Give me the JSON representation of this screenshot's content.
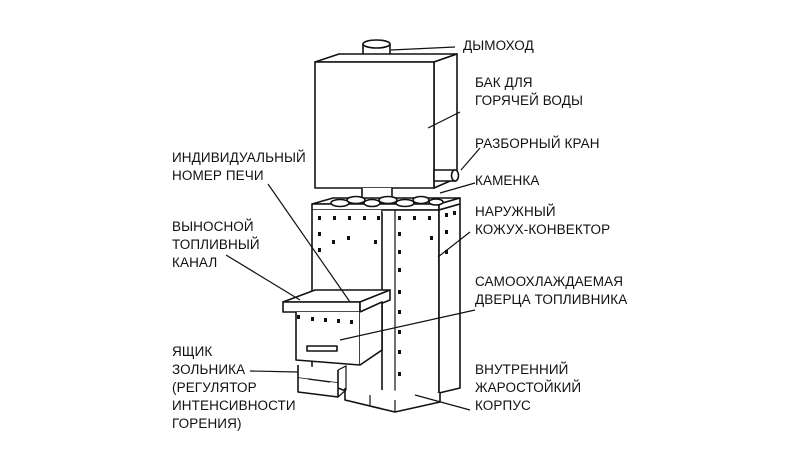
{
  "labels": {
    "chimney": "ДЫМОХОД",
    "tank_1": "БАК ДЛЯ",
    "tank_2": "ГОРЯЧЕЙ ВОДЫ",
    "tap": "РАЗБОРНЫЙ КРАН",
    "stones": "КАМЕНКА",
    "casing_1": "НАРУЖНЫЙ",
    "casing_2": "КОЖУХ-КОНВЕКТОР",
    "door_1": "САМООХЛАЖДАЕМАЯ",
    "door_2": "ДВЕРЦА ТОПЛИВНИКА",
    "body_1": "ВНУТРЕННИЙ",
    "body_2": "ЖАРОСТОЙКИЙ",
    "body_3": "КОРПУС",
    "number_1": "ИНДИВИДУАЛЬНЫЙ",
    "number_2": "НОМЕР  ПЕЧИ",
    "channel_1": "ВЫНОСНОЙ",
    "channel_2": "ТОПЛИВНЫЙ",
    "channel_3": "КАНАЛ",
    "ash_1": "ЯЩИК",
    "ash_2": "ЗОЛЬНИКА",
    "ash_3": "(РЕГУЛЯТОР",
    "ash_4": "ИНТЕНСИВНОСТИ",
    "ash_5": "ГОРЕНИЯ)"
  }
}
